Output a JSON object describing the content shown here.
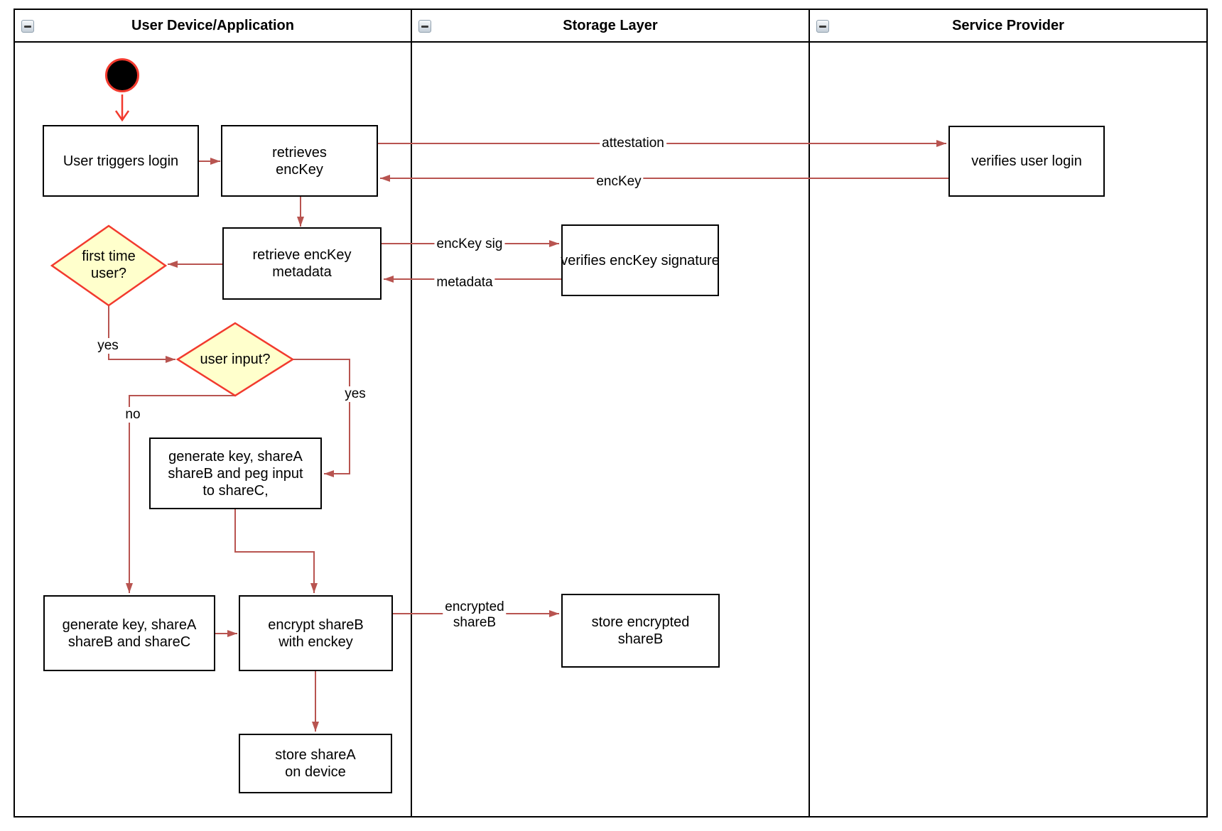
{
  "colors": {
    "flow_arrow": "#B85450",
    "start_and_diamond_red": "#F23A2E",
    "diamond_fill": "#FFFFCC",
    "node_border": "#000000",
    "lane_border": "#000000"
  },
  "lanes": [
    {
      "title": "User Device/Application"
    },
    {
      "title": "Storage Layer"
    },
    {
      "title": "Service Provider"
    }
  ],
  "nodes": {
    "user_triggers_login": "User triggers login",
    "retrieves_enckey": "retrieves\nencKey",
    "retrieve_enckey_metadata": "retrieve encKey\nmetadata",
    "first_time_user": "first time\nuser?",
    "user_input": "user input?",
    "generate_key_peg": "generate key, shareA\nshareB and peg input\nto shareC,",
    "generate_key_shares": "generate key, shareA\nshareB and shareC",
    "encrypt_shareb": "encrypt shareB\nwith enckey",
    "store_sharea": "store shareA\non device",
    "verifies_enckey_signature": "verifies encKey signature",
    "store_encrypted_shareb": "store encrypted\nshareB",
    "verifies_user_login": "verifies user login"
  },
  "edge_labels": {
    "attestation": "attestation",
    "enckey": "encKey",
    "enckey_sig": "encKey sig",
    "metadata": "metadata",
    "encrypted_shareb": "encrypted\nshareB",
    "yes_first_time": "yes",
    "no_user_input": "no",
    "yes_user_input": "yes"
  }
}
